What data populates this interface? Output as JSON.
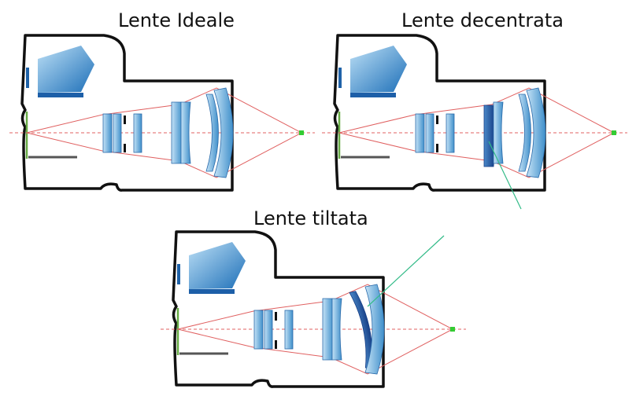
{
  "titles": {
    "ideal": "Lente Ideale",
    "decentered": "Lente decentrata",
    "tilted": "Lente tiltata"
  },
  "colors": {
    "body_outline": "#111111",
    "lens_light": "#c4e2f6",
    "lens_dark": "#3f8fca",
    "lens_darker": "#1f62a8",
    "lens_edge": "#2a6aaa",
    "ray": "#e06060",
    "axis": "#e06060",
    "sensor": "#66aa44",
    "focus_point": "#33cc33",
    "pointer": "#33bb88",
    "display": "#555555"
  }
}
